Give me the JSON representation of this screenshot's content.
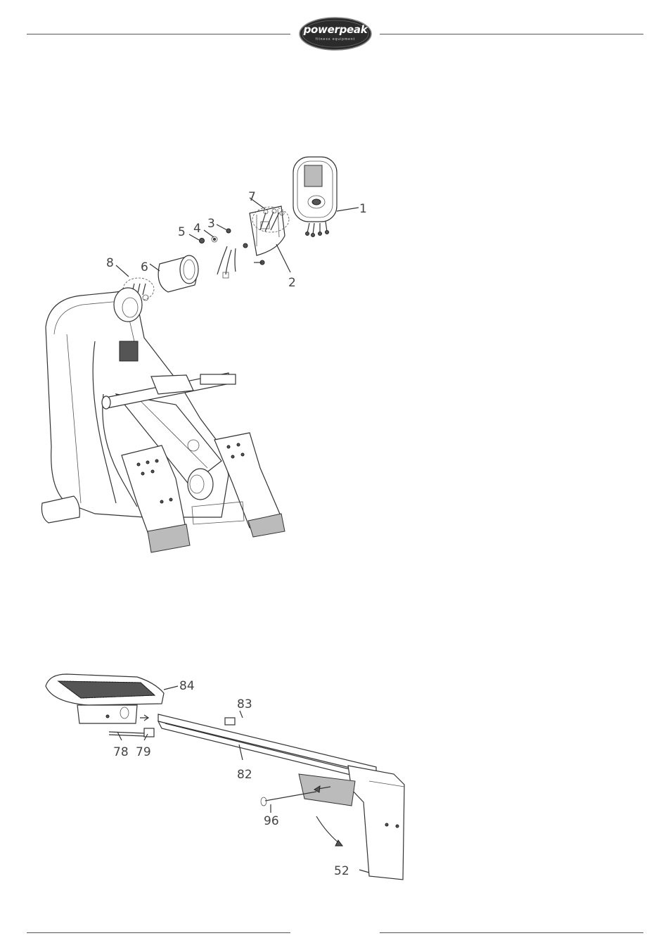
{
  "header": {
    "brand": "powerpeak",
    "brand_subtitle": "fitness equipment",
    "logo_colors": {
      "fill": "#2b2b2b",
      "text": "#ffffff"
    }
  },
  "figure1": {
    "labels": [
      "1",
      "2",
      "3",
      "4",
      "5",
      "6",
      "7",
      "8"
    ]
  },
  "figure2": {
    "labels": [
      "84",
      "83",
      "78",
      "79",
      "82",
      "96",
      "52"
    ]
  }
}
